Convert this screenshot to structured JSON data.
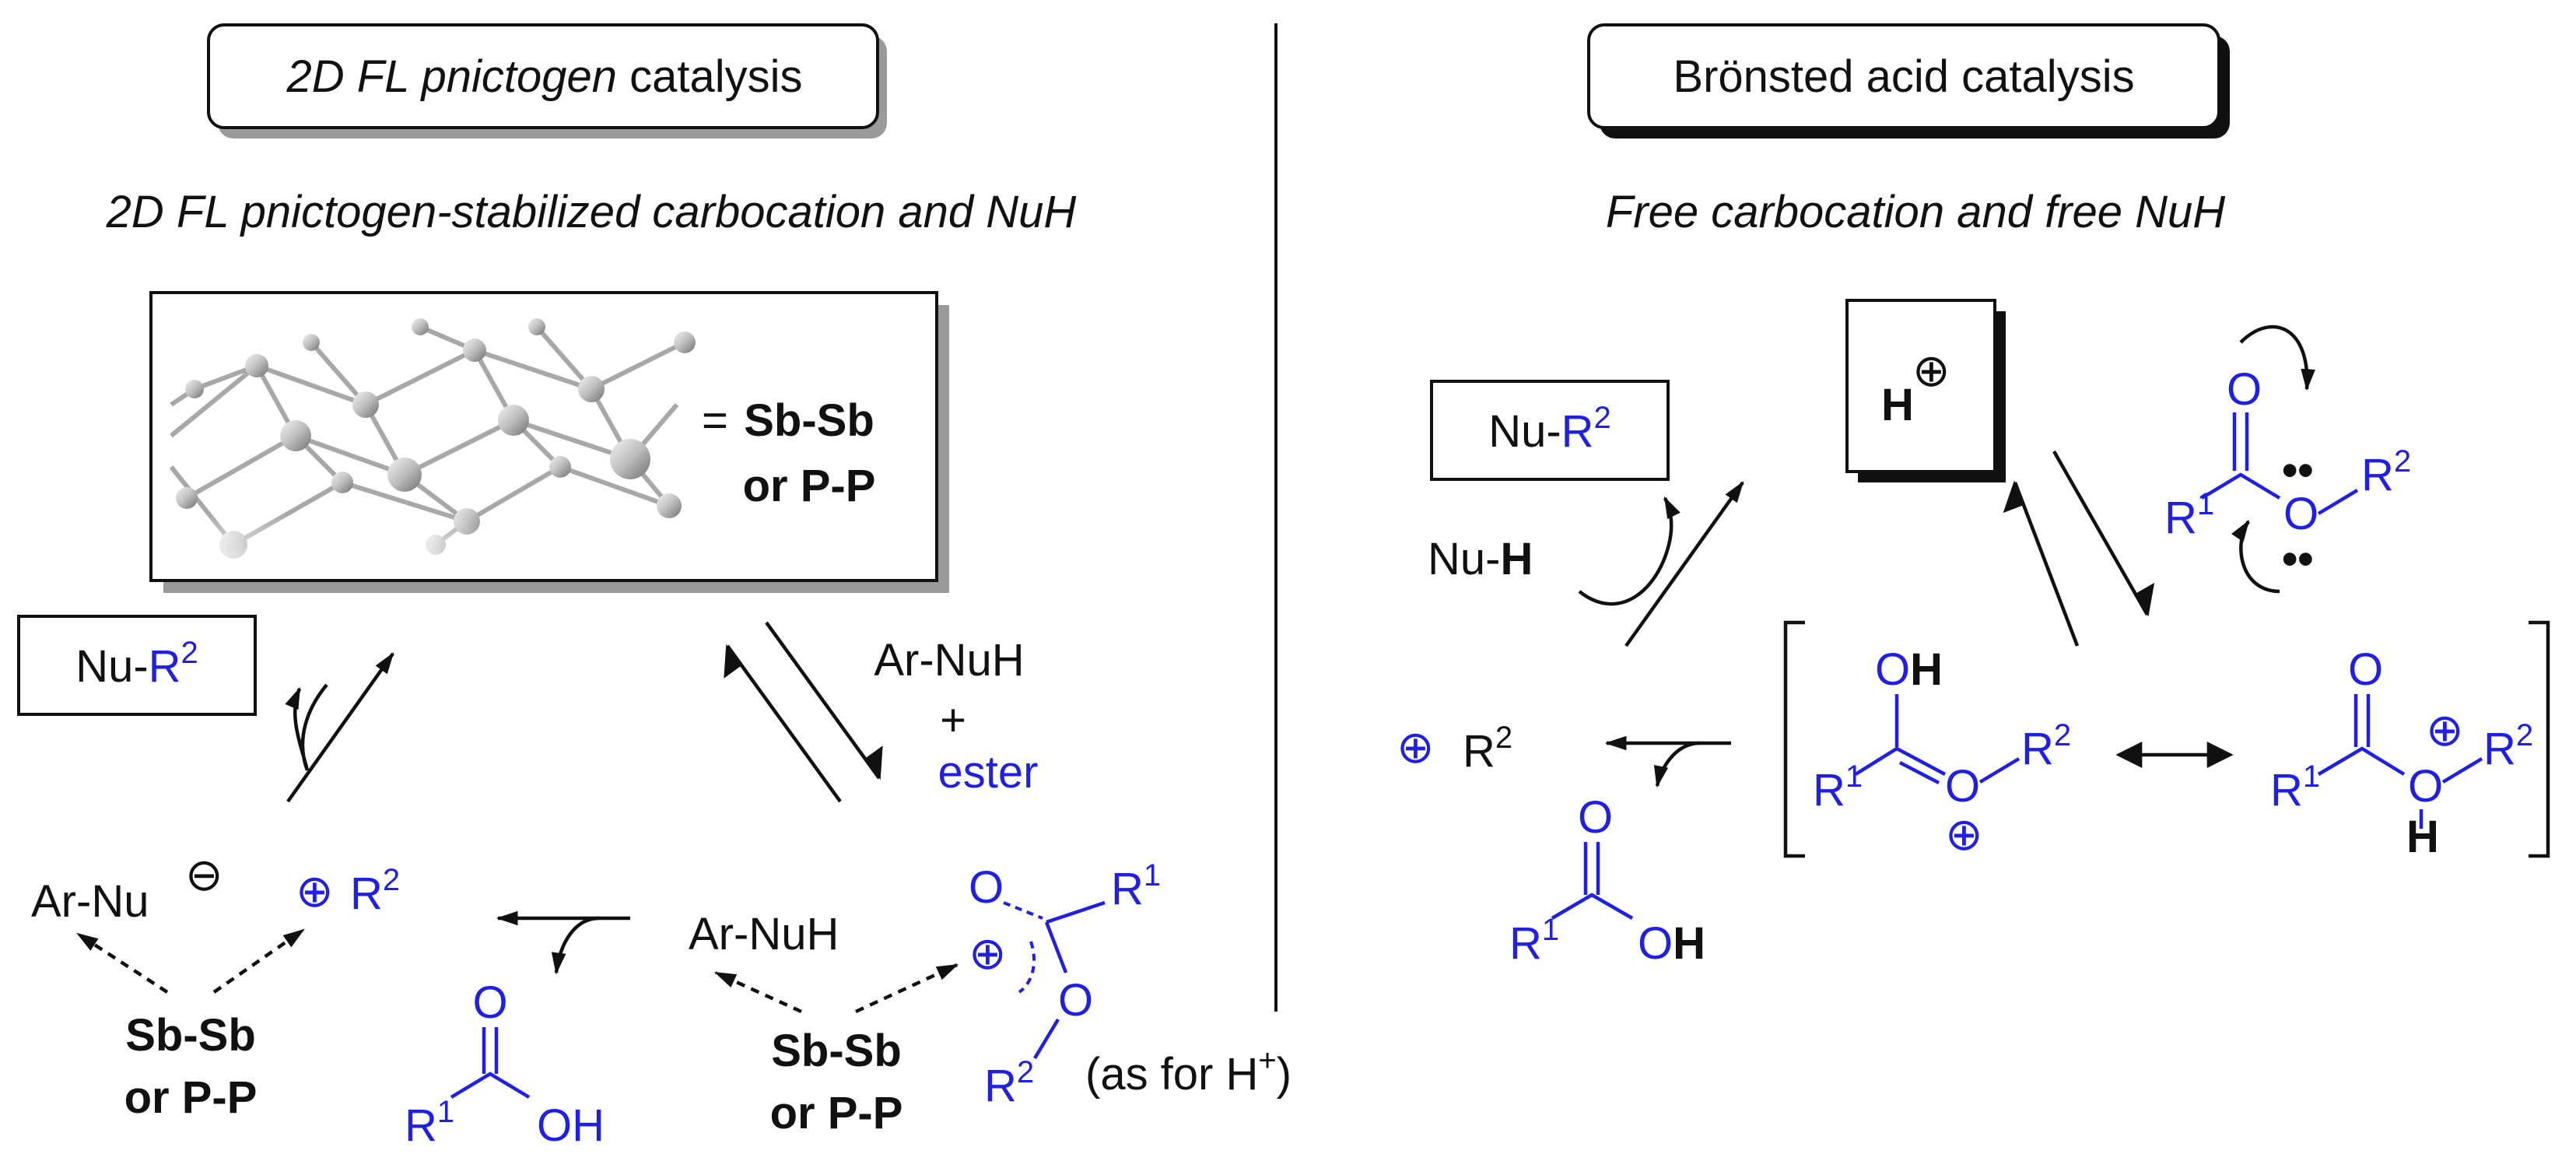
{
  "colors": {
    "ink": "#111111",
    "accent": "#1f1fe6",
    "shadow": "#9a9a9a"
  },
  "left": {
    "badge_pre": "2D FL ",
    "badge_italic": "pnictogen",
    "badge_post": " catalysis",
    "subtitle": "2D FL pnictogen-stabilized carbocation and NuH",
    "lattice_eq": "=",
    "lattice_label_1": "Sb-Sb",
    "lattice_label_2": "or P-P",
    "product_nu": "Nu-",
    "product_r": "R",
    "product_r_sup": "2",
    "anion_label": "Ar-Nu",
    "anion_charge": "⊖",
    "cation_charge": "⊕",
    "cation_r": "R",
    "cation_r_sup": "2",
    "surface_1a": "Sb-Sb",
    "surface_1b": "or P-P",
    "surface_2a": "Sb-Sb",
    "surface_2b": "or P-P",
    "reagent_1": "Ar-NuH",
    "reagent_plus": "+",
    "reagent_2": "ester",
    "adsorbed_nuh": "Ar-NuH",
    "acid_r": "R",
    "acid_r_sup": "1",
    "acid_o": "O",
    "acid_oh": "OH",
    "ester_o1": "O",
    "ester_o2": "O",
    "ester_r1": "R",
    "ester_r1_sup": "1",
    "ester_r2": "R",
    "ester_r2_sup": "2",
    "ester_charge": "⊕",
    "note_pre": "(as for H",
    "note_sup": "+",
    "note_post": ")"
  },
  "right": {
    "badge": "Brönsted acid catalysis",
    "subtitle": "Free carbocation and free NuH",
    "product_nu": "Nu-",
    "product_r": "R",
    "product_r_sup": "2",
    "proton": "H",
    "proton_charge": "⊕",
    "nuh_pre": "Nu-",
    "nuh_h": "H",
    "cation_charge": "⊕",
    "cation_r": "R",
    "cation_r_sup": "2",
    "ester_o": "O",
    "ester_r1": "R",
    "ester_r1_sup": "1",
    "ester_o2": "O",
    "ester_r2": "R",
    "ester_r2_sup": "2",
    "lone_pair": "••",
    "res1_oh_o": "O",
    "res1_oh_h": "H",
    "res1_r1": "R",
    "res1_r1_sup": "1",
    "res1_o": "O",
    "res1_r2": "R",
    "res1_r2_sup": "2",
    "res1_charge": "⊕",
    "res2_o": "O",
    "res2_r1": "R",
    "res2_r1_sup": "1",
    "res2_o2": "O",
    "res2_charge": "⊕",
    "res2_r2": "R",
    "res2_r2_sup": "2",
    "res2_h": "H",
    "acid_o": "O",
    "acid_r": "R",
    "acid_r_sup": "1",
    "acid_oh_o": "O",
    "acid_oh_h": "H"
  }
}
